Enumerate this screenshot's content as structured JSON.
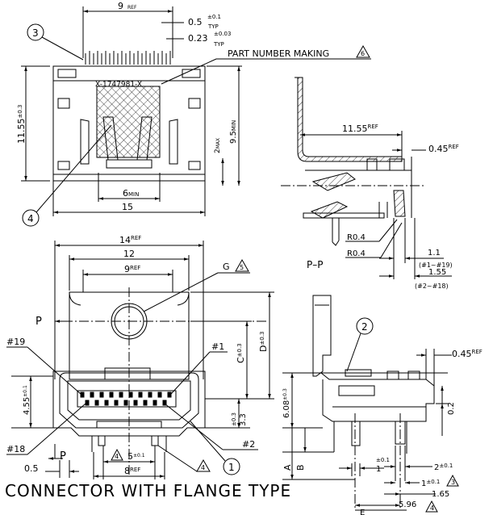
{
  "title": "CONNECTOR WITH FLANGE TYPE",
  "part_marking_label": "PART NUMBER MAKING",
  "part_marking_callout": "6",
  "top_view": {
    "dim_9_ref": "9",
    "ref": "REF",
    "dim_0_5": "0.5",
    "tol_0_1": "±0.1",
    "typ": "TYP",
    "dim_0_23": "0.23",
    "tol_0_03": "±0.03",
    "part_no": "X-1747981-X",
    "dim_11_55": "11.55",
    "tol_0_3": "±0.3",
    "dim_9_5": "9.5",
    "min": "MIN",
    "dim_2": "2",
    "max": "MAX",
    "dim_6": "6",
    "dim_15": "15",
    "balloon_3": "3",
    "balloon_4": "4"
  },
  "section_pp": {
    "dim_11_55": "11.55",
    "ref": "REF",
    "dim_0_45": "0.45",
    "r04_a": "R0.4",
    "r04_b": "R0.4",
    "label": "P–P",
    "dim_1_1": "1.1",
    "pins_1_19": "(#1~#19)",
    "dim_1_55": "1.55",
    "pins_2_18": "(#2~#18)"
  },
  "front_view": {
    "dim_14": "14",
    "ref": "REF",
    "dim_12": "12",
    "dim_9": "9",
    "g_label": "G",
    "g_callout": "5",
    "p_top": "P",
    "p_bottom": "P",
    "pin19": "#19",
    "pin1": "#1",
    "pin18": "#18",
    "pin2": "#2",
    "dim_4_55": "4.55",
    "tol_0_1": "±0.1",
    "c_label": "C",
    "d_label": "D",
    "tol_0_3": "±0.3",
    "dim_3_3": "3.3",
    "dim_0_5": "0.5",
    "dim_5": "5",
    "dim_8": "8",
    "callout_4": "4",
    "balloon_1": "1"
  },
  "side_view": {
    "balloon_2": "2",
    "dim_0_45": "0.45",
    "ref": "REF",
    "dim_6_08": "6.08",
    "tol_0_3": "±0.3",
    "dim_0_2": "0.2",
    "a_label": "A",
    "b_label": "B",
    "dim_1": "1",
    "tol_0_1": "±0.1",
    "dim_2": "2",
    "dim_1_65": "1.65",
    "dim_5_96": "5.96",
    "e_label": "E",
    "callout_4": "4",
    "callout_3": "3"
  }
}
